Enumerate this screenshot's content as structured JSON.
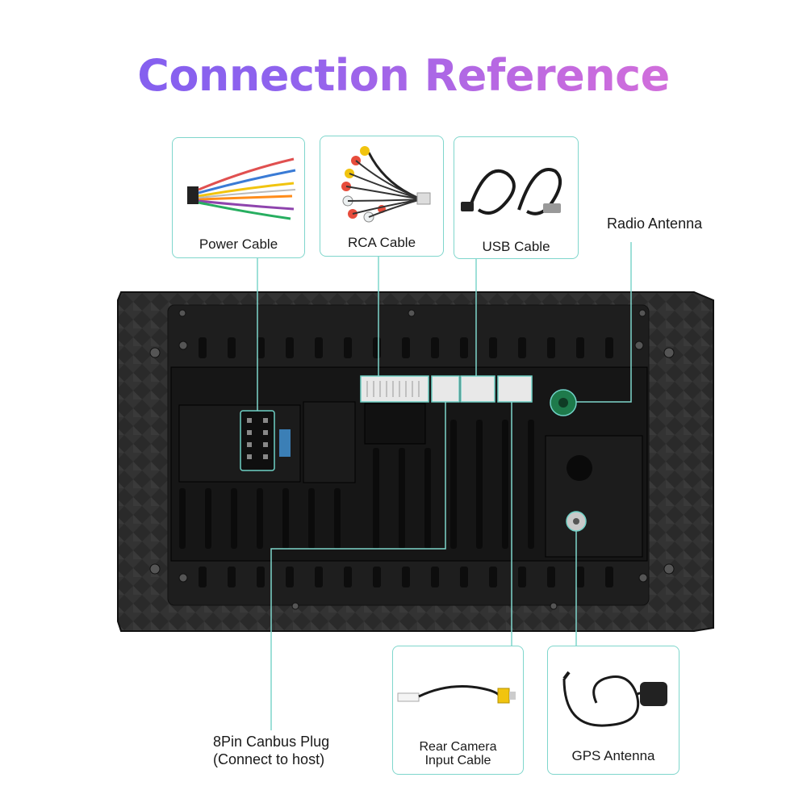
{
  "page": {
    "title": "Connection Reference"
  },
  "cards": {
    "power": {
      "label": "Power Cable",
      "icon": "power-harness-icon"
    },
    "rca": {
      "label": "RCA Cable",
      "icon": "rca-harness-icon"
    },
    "usb": {
      "label": "USB Cable",
      "icon": "usb-cable-icon"
    },
    "rear_camera": {
      "label_line1": "Rear Camera",
      "label_line2": "Input Cable",
      "icon": "rca-camera-cable-icon"
    },
    "gps": {
      "label": "GPS Antenna",
      "icon": "gps-antenna-icon"
    }
  },
  "labels": {
    "radio_antenna": "Radio Antenna",
    "canbus_line1": "8Pin Canbus Plug",
    "canbus_line2": "(Connect to host)"
  },
  "colors": {
    "accent_line": "#7fd6cc",
    "title_gradient_start": "#7b5cf0",
    "title_gradient_end": "#e274d6",
    "unit_body": "#2b2b2b",
    "antenna_green": "#2e8b57"
  }
}
